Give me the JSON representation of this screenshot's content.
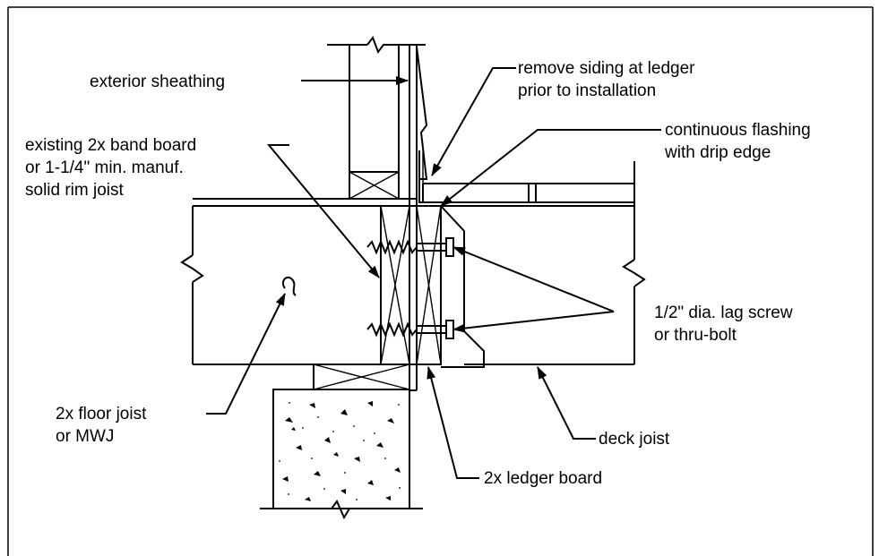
{
  "diagram": {
    "labels": {
      "exterior_sheathing": "exterior sheathing",
      "remove_siding_1": "remove siding at ledger",
      "remove_siding_2": "prior to installation",
      "flashing_1": "continuous flashing",
      "flashing_2": "with drip edge",
      "band_board_1": "existing 2x band board",
      "band_board_2": "or 1-1/4\" min. manuf.",
      "band_board_3": "solid rim joist",
      "lag_screw_1": "1/2\" dia. lag screw",
      "lag_screw_2": "or thru-bolt",
      "floor_joist_1": "2x floor joist",
      "floor_joist_2": "or MWJ",
      "deck_joist": "deck joist",
      "ledger_board": "2x ledger board"
    },
    "colors": {
      "line": "#000000",
      "background": "#ffffff"
    }
  }
}
